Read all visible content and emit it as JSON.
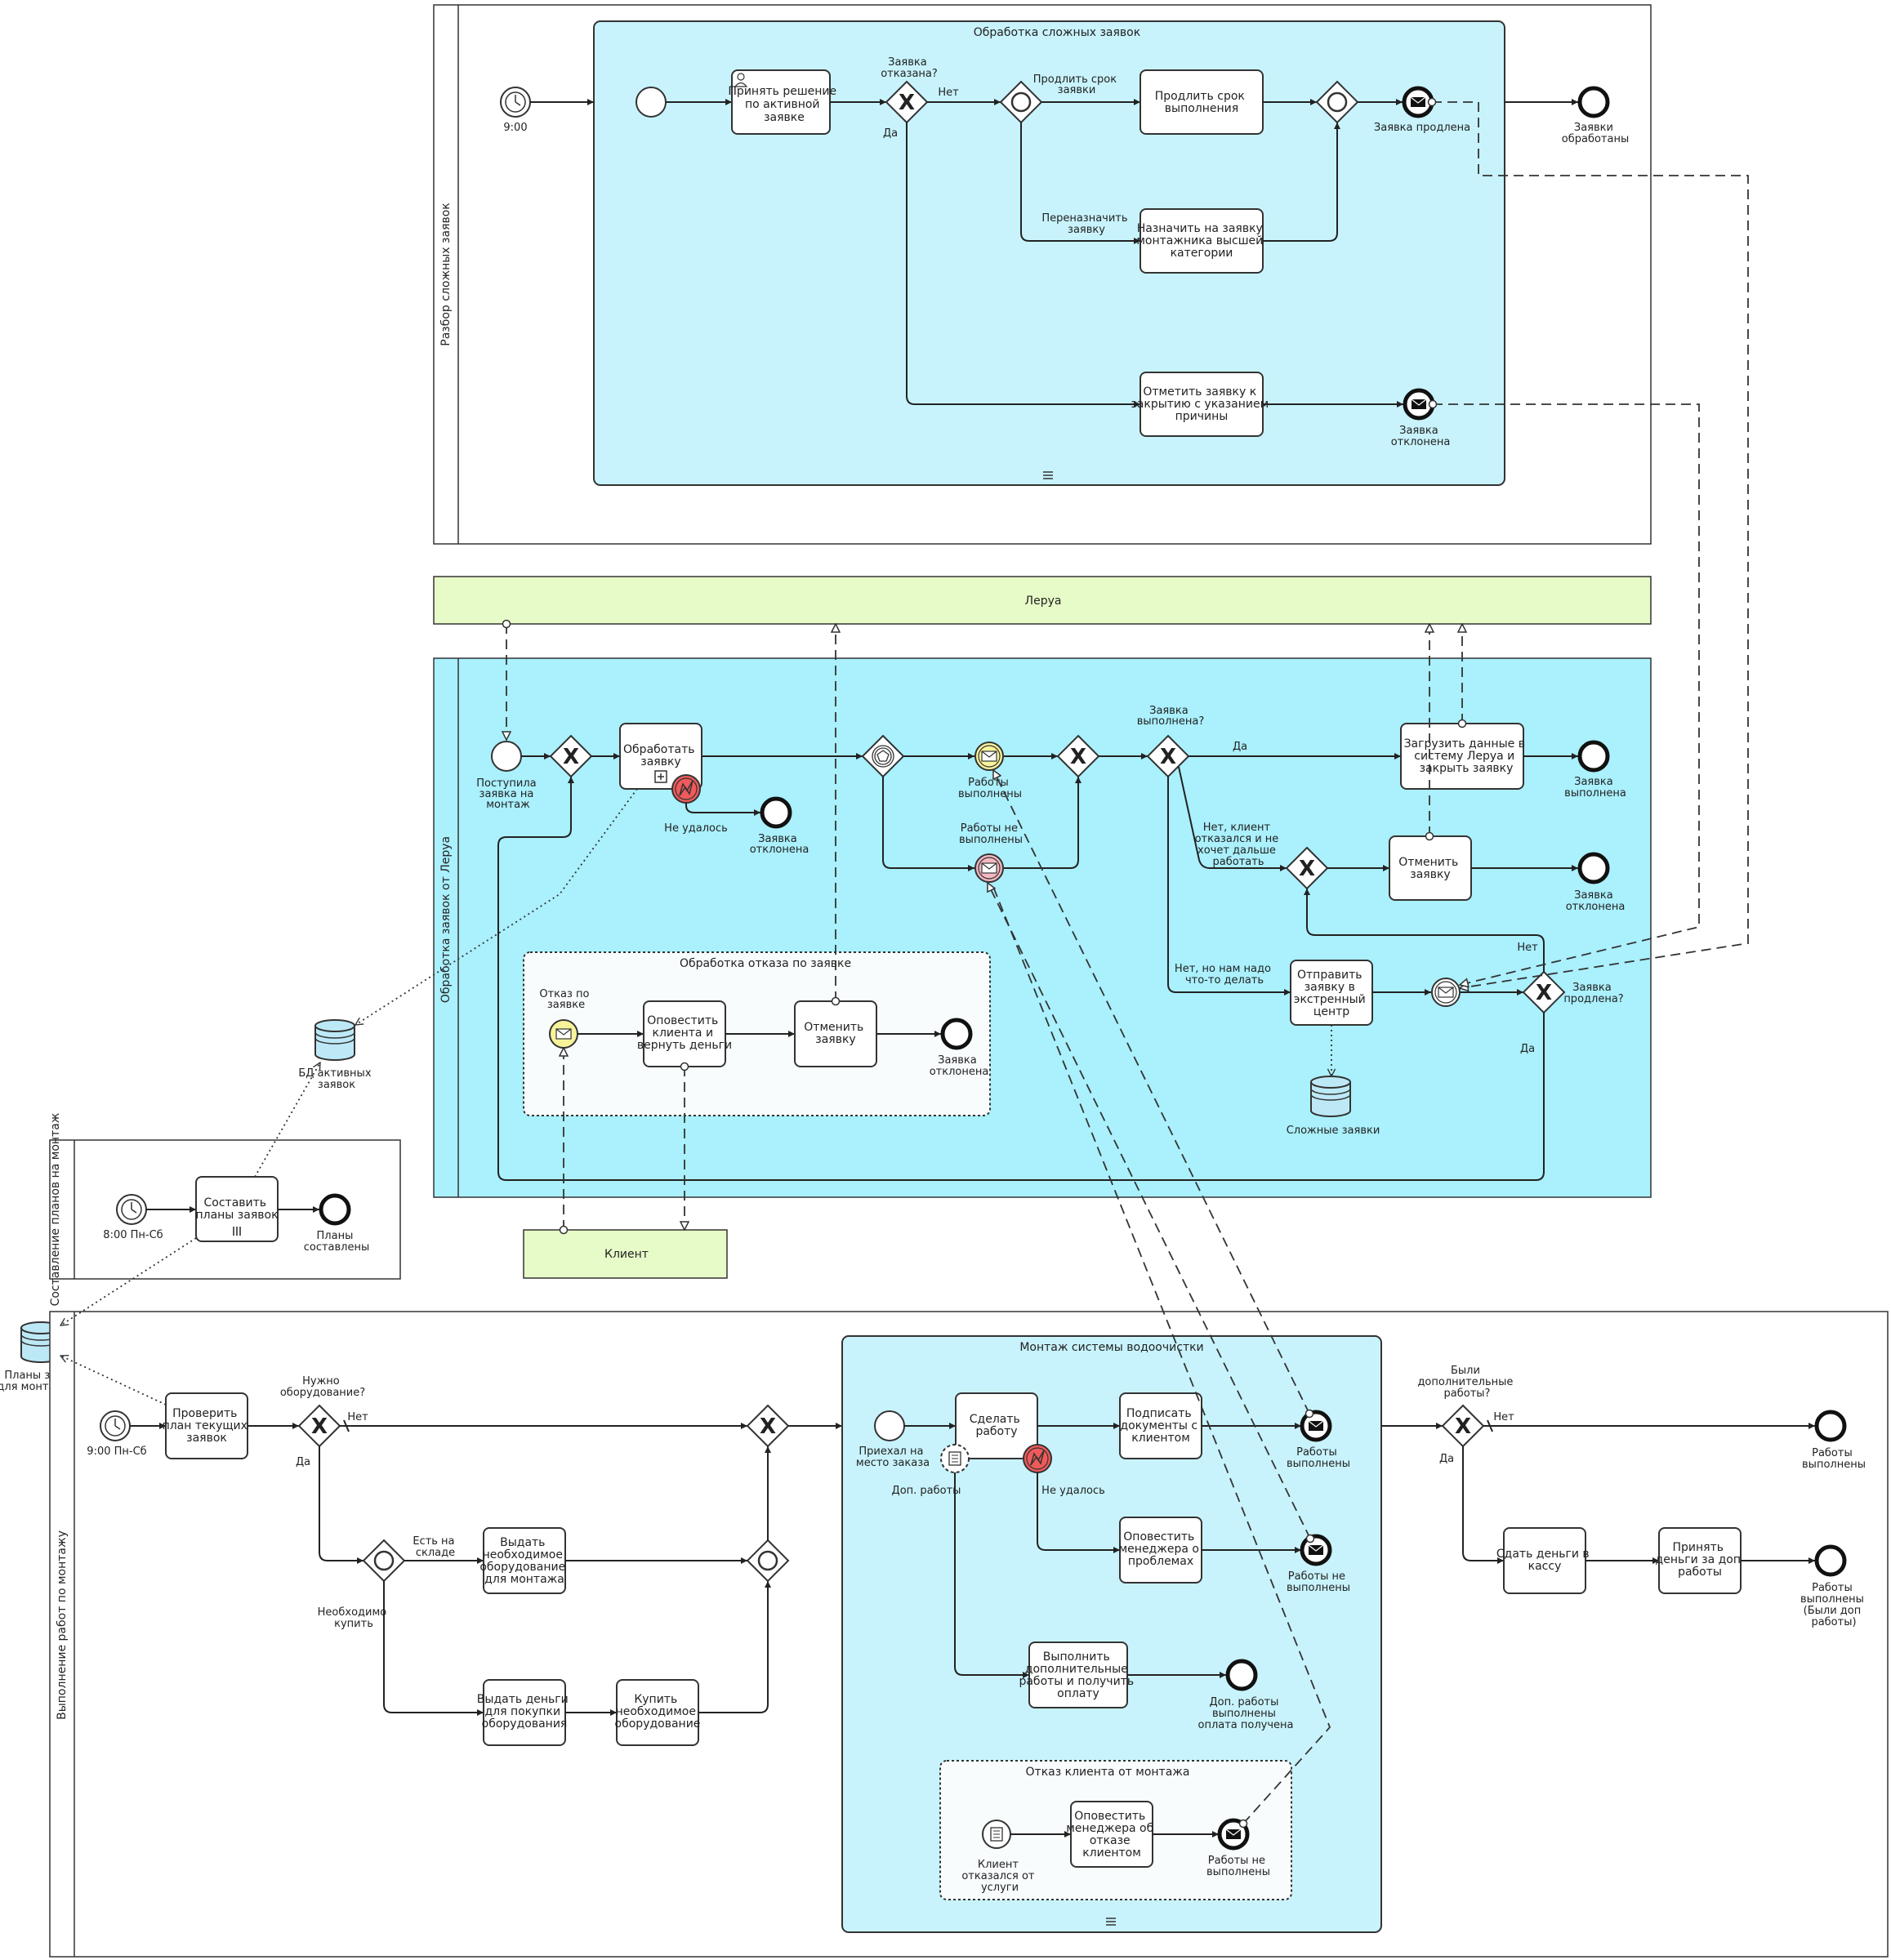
{
  "pools": {
    "complex": "Разбор сложных заявок",
    "lerua": "Леруа",
    "orders": "Обработка заявок от Леруа",
    "plans": "Составление планов на монтаж",
    "client": "Клиент",
    "install": "Выполнение работ по монтажу"
  },
  "complex": {
    "subprocess_title": "Обработка сложных заявок",
    "timer_label": "9:00",
    "task_decide": [
      "Принять решение",
      "по активной",
      "заявке"
    ],
    "gw_rejected": [
      "Заявка",
      "отказана?"
    ],
    "flow_no": "Нет",
    "flow_yes": "Да",
    "flow_extend": [
      "Продлить срок",
      "заявки"
    ],
    "flow_reassign": [
      "Переназначить",
      "заявку"
    ],
    "task_extend": [
      "Продлить срок",
      "выполнения"
    ],
    "task_reassign": [
      "Назначить на заявку",
      "монтажника высшей",
      "категории"
    ],
    "task_mark_close": [
      "Отметить заявку к",
      "закрытию с указанием",
      "причины"
    ],
    "end_extended": "Заявка продлена",
    "end_rejected": [
      "Заявка",
      "отклонена"
    ],
    "end_processed": [
      "Заявки",
      "обработаны"
    ]
  },
  "orders": {
    "start_label": [
      "Поступила",
      "заявка на",
      "монтаж"
    ],
    "task_process": [
      "Обработать",
      "заявку"
    ],
    "failed": "Не удалось",
    "end_rejected": [
      "Заявка",
      "отклонена"
    ],
    "works_done": [
      "Работы",
      "выполнены"
    ],
    "works_not_done": [
      "Работы не",
      "выполнены"
    ],
    "gw_done": [
      "Заявка",
      "выполнена?"
    ],
    "flow_yes": "Да",
    "task_upload": [
      "Загрузить данные в",
      "систему Леруа и",
      "закрыть заявку"
    ],
    "end_done": [
      "Заявка",
      "выполнена"
    ],
    "flow_client_refused": [
      "Нет, клиент",
      "отказался и не",
      "хочет дальше",
      "работать"
    ],
    "task_cancel": [
      "Отменить",
      "заявку"
    ],
    "end_rejected2": [
      "Заявка",
      "отклонена"
    ],
    "flow_no_but": [
      "Нет, но нам надо",
      "что-то делать"
    ],
    "task_emergency": [
      "Отправить",
      "заявку в",
      "экстренный",
      "центр"
    ],
    "gw_extended": [
      "Заявка",
      "продлена?"
    ],
    "flow_no": "Нет",
    "flow_yes2": "Да",
    "db_complex": "Сложные заявки",
    "refusal_title": "Обработка отказа по заявке",
    "refusal_start": [
      "Отказ по",
      "заявке"
    ],
    "task_notify_refund": [
      "Оповестить",
      "клиента и",
      "вернуть деньги"
    ],
    "task_cancel2": [
      "Отменить",
      "заявку"
    ],
    "end_rejected3": [
      "Заявка",
      "отклонена"
    ]
  },
  "db_active": [
    "БД активных",
    "заявок"
  ],
  "plans": {
    "timer_label": "8:00 Пн-Сб",
    "task_make_plans": [
      "Составить",
      "планы заявок"
    ],
    "end_label": [
      "Планы",
      "составлены"
    ]
  },
  "db_plans": [
    "Планы заявок",
    "для монтажников"
  ],
  "install": {
    "timer_label": "9:00 Пн-Сб",
    "task_check": [
      "Проверить",
      "план текущих",
      "заявок"
    ],
    "gw_need": [
      "Нужно",
      "оборудование?"
    ],
    "flow_no": "Нет",
    "flow_yes": "Да",
    "flow_in_stock": [
      "Есть на",
      "складе"
    ],
    "flow_need_buy": [
      "Необходимо",
      "купить"
    ],
    "task_issue_equipment": [
      "Выдать",
      "необходимое",
      "оборудование",
      "для монтажа"
    ],
    "task_issue_money": [
      "Выдать деньги",
      "для покупки",
      "оборудования"
    ],
    "task_buy": [
      "Купить",
      "необходимое",
      "оборудование"
    ],
    "subprocess_title": "Монтаж системы водоочистки",
    "start_arrived": [
      "Приехал на",
      "место заказа"
    ],
    "task_do_work": [
      "Сделать",
      "работу"
    ],
    "extra_work": "Доп. работы",
    "failed": "Не удалось",
    "task_sign_docs": [
      "Подписать",
      "документы с",
      "клиентом"
    ],
    "task_notify_manager": [
      "Оповестить",
      "менеджера о",
      "проблемах"
    ],
    "task_extra_work": [
      "Выполнить",
      "дополнительные",
      "работы и получить",
      "оплату"
    ],
    "end_works_done": [
      "Работы",
      "выполнены"
    ],
    "end_works_not_done": [
      "Работы не",
      "выполнены"
    ],
    "end_extra_done": [
      "Доп. работы",
      "выполнены",
      "оплата получена"
    ],
    "refusal_title": "Отказ клиента от монтажа",
    "refusal_start": [
      "Клиент",
      "отказался от",
      "услуги"
    ],
    "task_notify_refusal": [
      "Оповестить",
      "менеджера об",
      "отказе",
      "клиентом"
    ],
    "end_refusal": [
      "Работы не",
      "выполнены"
    ],
    "gw_extra": [
      "Были",
      "дополнительные",
      "работы?"
    ],
    "flow_no2": "Нет",
    "flow_yes2": "Да",
    "task_hand_money": [
      "Сдать деньги в",
      "кассу"
    ],
    "task_accept_money": [
      "Принять",
      "деньги за доп",
      "работы"
    ],
    "end_final_done": [
      "Работы",
      "выполнены"
    ],
    "end_final_extra": [
      "Работы",
      "выполнены",
      "(Были доп",
      "работы)"
    ]
  },
  "colors": {
    "pool_blue": "#aaf0fd",
    "subprocess_blue": "#c8f3fc",
    "pool_green": "#e7fbc8",
    "message_yellow": "#f7f39a",
    "error_red": "#f05a5a",
    "message_pink": "#f4b8c1"
  }
}
